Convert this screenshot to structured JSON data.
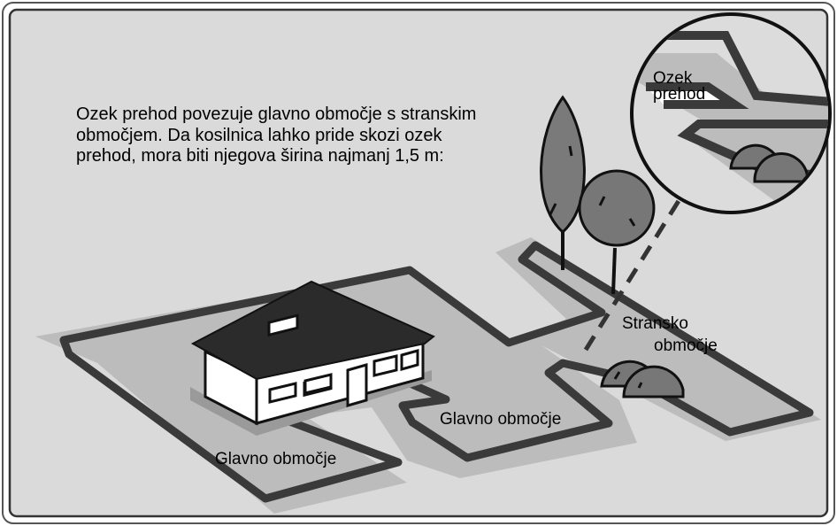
{
  "intro_text": "Ozek prehod povezuje glavno območje s stranskim območjem. Da kosilnica lahko pride skozi ozek prehod, mora biti njegova širina najmanj 1,5 m:",
  "labels": {
    "main_area_left": "Glavno območje",
    "main_area_right": "Glavno območje",
    "side_area_line1": "Stransko",
    "side_area_line2": "območje",
    "narrow_passage_line1": "Ozek",
    "narrow_passage_line2": "prehod"
  },
  "icons": [
    "house-icon",
    "tree-icon",
    "bush-icon",
    "magnifier-icon"
  ],
  "colors": {
    "background": "#dadada",
    "lawn": "#bdbdbd",
    "path": "#3a3a3a",
    "roof": "#2b2b2b",
    "tree": "#7a7a7a"
  }
}
